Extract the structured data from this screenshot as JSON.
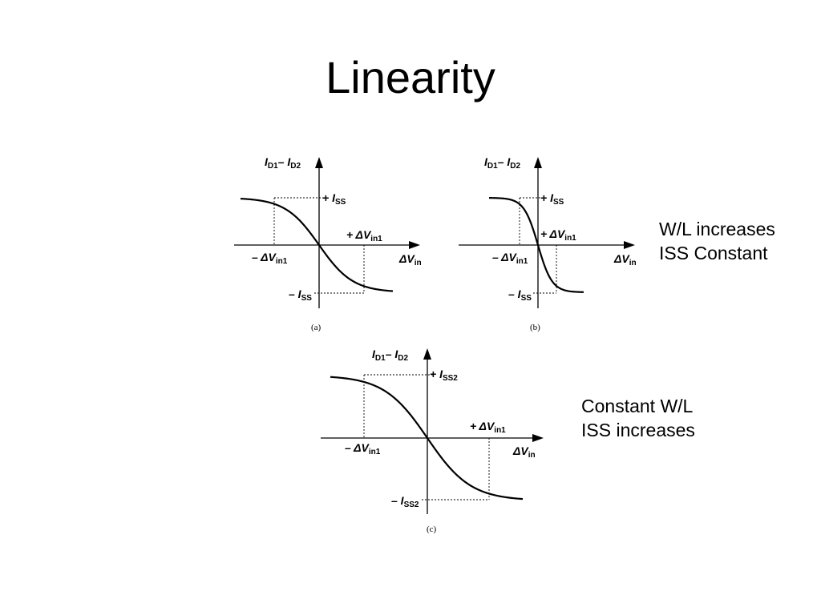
{
  "slide": {
    "title": "Linearity"
  },
  "notes": {
    "ab": {
      "line1": "W/L increases",
      "line2": "ISS Constant"
    },
    "c": {
      "line1": "Constant W/L",
      "line2": "ISS increases"
    }
  },
  "diagrams": [
    {
      "id": "a",
      "caption": "(a)",
      "y_axis_label": {
        "main": "I",
        "sub1": "D1",
        "mid": "– I",
        "sub2": "D2"
      },
      "x_axis_label": {
        "main": "ΔV",
        "sub": "in"
      },
      "top_level": {
        "main": "+ I",
        "sub": "SS"
      },
      "bottom_level": {
        "main": "– I",
        "sub": "SS"
      },
      "pos_input": {
        "main": "+ ΔV",
        "sub": "in1"
      },
      "neg_input": {
        "main": "– ΔV",
        "sub": "in1"
      },
      "steepness": 1.0
    },
    {
      "id": "b",
      "caption": "(b)",
      "y_axis_label": {
        "main": "I",
        "sub1": "D1",
        "mid": "– I",
        "sub2": "D2"
      },
      "x_axis_label": {
        "main": "ΔV",
        "sub": "in"
      },
      "top_level": {
        "main": "+ I",
        "sub": "SS"
      },
      "bottom_level": {
        "main": "– I",
        "sub": "SS"
      },
      "pos_input": {
        "main": "+ ΔV",
        "sub": "in1"
      },
      "neg_input": {
        "main": "– ΔV",
        "sub": "in1"
      },
      "steepness": 2.4
    },
    {
      "id": "c",
      "caption": "(c)",
      "y_axis_label": {
        "main": "I",
        "sub1": "D1",
        "mid": "– I",
        "sub2": "D2"
      },
      "x_axis_label": {
        "main": "ΔV",
        "sub": "in"
      },
      "top_level": {
        "main": "+ I",
        "sub": "SS2"
      },
      "bottom_level": {
        "main": "– I",
        "sub": "SS2"
      },
      "pos_input": {
        "main": "+ ΔV",
        "sub": "in1"
      },
      "neg_input": {
        "main": "– ΔV",
        "sub": "in1"
      },
      "steepness": 1.0
    }
  ]
}
